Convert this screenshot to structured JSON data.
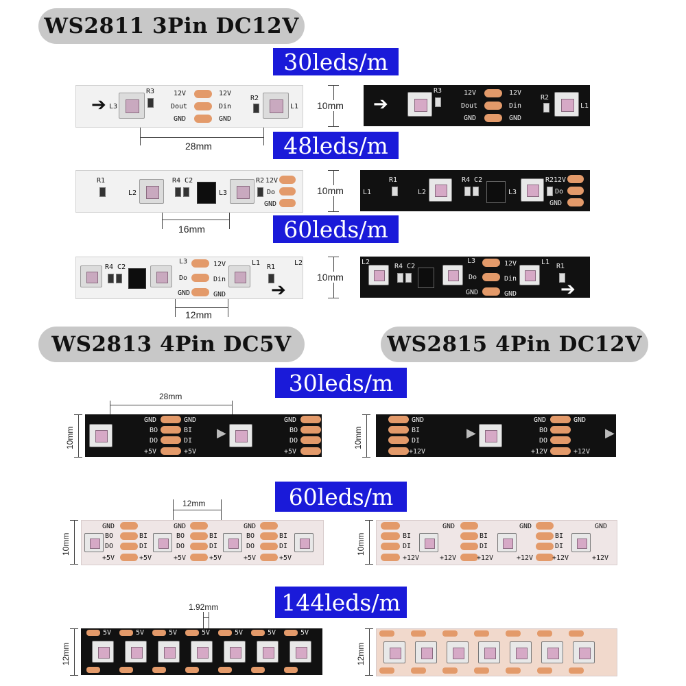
{
  "headings": {
    "ws2811": "WS2811 3Pin DC12V",
    "ws2813": "WS2813 4Pin DC5V",
    "ws2815": "WS2815 4Pin DC12V"
  },
  "densities": {
    "d30a": "30leds/m",
    "d48": "48leds/m",
    "d60a": "60leds/m",
    "d30b": "30leds/m",
    "d60b": "60leds/m",
    "d144": "144leds/m"
  },
  "dimensions": {
    "w10": "10mm",
    "w12": "12mm",
    "p28": "28mm",
    "p16": "16mm",
    "p12": "12mm",
    "p192": "1.92mm"
  },
  "labels": {
    "v12": "12V",
    "dout": "Dout",
    "din": "Din",
    "gnd": "GND",
    "do": "Do",
    "bo": "BO",
    "bi": "BI",
    "di": "DI",
    "do2": "DO",
    "v5": "+5V",
    "v12p": "+12V",
    "v5s": "5V",
    "r1": "R1",
    "r2": "R2",
    "r3": "R3",
    "r4c2": "R4 C2",
    "l1": "L1",
    "l2": "L2",
    "l3": "L3"
  },
  "colors": {
    "pill": "#c8c8c8",
    "density": "#1a1ad9",
    "pad": "#e39a6a"
  }
}
